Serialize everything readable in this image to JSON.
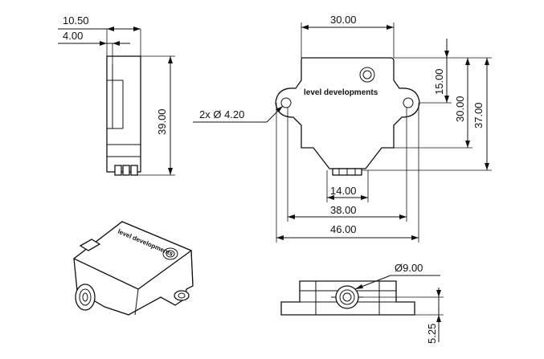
{
  "dimensions": {
    "side_width_top": "10.50",
    "side_width_inner": "4.00",
    "side_height": "39.00",
    "top_width": "30.00",
    "right_h1": "15.00",
    "right_h2": "30.00",
    "right_h3": "37.00",
    "hole_callout": "2x Ø 4.20",
    "bottom_w1": "14.00",
    "bottom_w2": "38.00",
    "bottom_w3": "46.00",
    "port_diameter": "Ø9.00",
    "port_height": "5.25"
  },
  "logo": {
    "brand_text": "level developments",
    "iso_brand_text": "level developments"
  }
}
